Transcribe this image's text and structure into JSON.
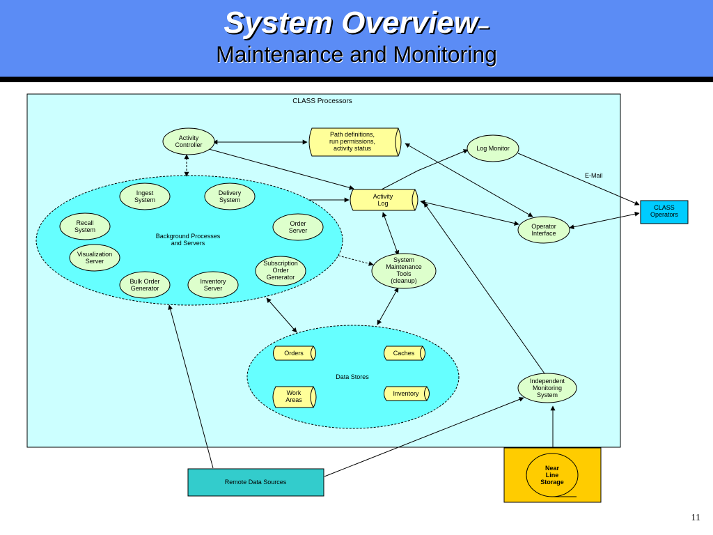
{
  "slide": {
    "title": "System Overview",
    "title_dash": "–",
    "subtitle": "Maintenance and Monitoring",
    "number": "11"
  },
  "colors": {
    "header": "#5b8cf5",
    "panel": "#ccffff",
    "cyan_blob": "#66ffff",
    "node": "#ddffcc",
    "cylinder": "#ffff99",
    "class_operators": "#00ccff",
    "remote_sources": "#33cccc",
    "storage_box": "#ffcc00"
  },
  "diagram": {
    "panel_title": "CLASS Processors",
    "nodes": {
      "activity_controller": [
        "Activity",
        "Controller"
      ],
      "log_monitor": [
        "Log Monitor"
      ],
      "operator_interface": [
        "Operator",
        "Interface"
      ],
      "system_maintenance_tools": [
        "System",
        "Maintenance",
        "Tools",
        "(cleanup)"
      ],
      "independent_monitoring_system": [
        "Independent",
        "Monitoring",
        "System"
      ],
      "ingest_system": [
        "Ingest",
        "System"
      ],
      "delivery_system": [
        "Delivery",
        "System"
      ],
      "recall_system": [
        "Recall",
        "System"
      ],
      "order_server": [
        "Order",
        "Server"
      ],
      "visualization_server": [
        "Visualization",
        "Server"
      ],
      "bulk_order_generator": [
        "Bulk Order",
        "Generator"
      ],
      "inventory_server": [
        "Inventory",
        "Server"
      ],
      "subscription_order_generator": [
        "Subscription",
        "Order",
        "Generator"
      ],
      "near_line_storage": [
        "Near",
        "Line",
        "Storage"
      ]
    },
    "cylinders": {
      "path_definitions": [
        "Path definitions,",
        "run permissions,",
        "activity status"
      ],
      "activity_log": [
        "Activity",
        "Log"
      ],
      "orders": [
        "Orders"
      ],
      "caches": [
        "Caches"
      ],
      "work_areas": [
        "Work",
        "Areas"
      ],
      "inventory": [
        "Inventory"
      ]
    },
    "groups": {
      "background": [
        "Background Processes",
        "and Servers"
      ],
      "data_stores": [
        "Data Stores"
      ]
    },
    "boxes": {
      "class_operators": [
        "CLASS",
        "Operators"
      ],
      "remote_data_sources": [
        "Remote Data Sources"
      ]
    },
    "edge_labels": {
      "email": "E-Mail"
    }
  }
}
